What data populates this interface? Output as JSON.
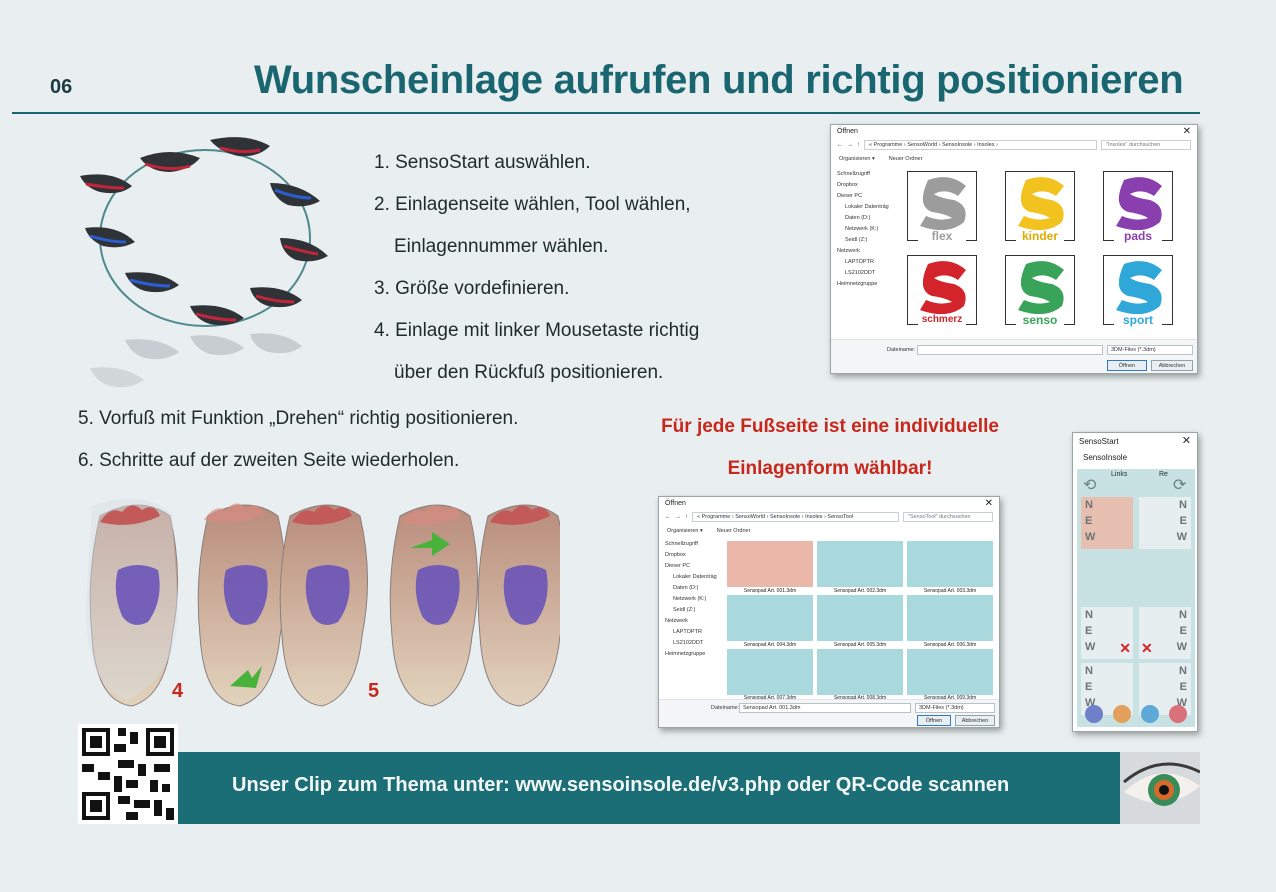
{
  "header": {
    "page_number": "06",
    "title": "Wunscheinlage aufrufen und richtig positionieren"
  },
  "steps_right": [
    "1. SensoStart auswählen.",
    "2. Einlagenseite wählen, Tool wählen,",
    "Einlagennummer wählen.",
    "3. Größe vordefinieren.",
    "4. Einlage mit linker Mousetaste richtig",
    "über den Rückfuß positionieren."
  ],
  "steps_left": [
    "5. Vorfuß mit Funktion „Drehen“ richtig positionieren.",
    "6. Schritte auf der zweiten Seite wiederholen."
  ],
  "note": {
    "line1": "Für jede Fußseite ist eine individuelle",
    "line2": "Einlagenform wählbar!"
  },
  "figure_labels": {
    "step4": "4",
    "step5": "5"
  },
  "dialog1": {
    "title": "Öffnen",
    "close": "✕",
    "path": "« Programme › SensoWorld › SensoInsole › Insoles ›",
    "search": "\"Insoles\" durchsuchen",
    "organize": "Organisieren ▾",
    "new_folder": "Neuer Ordner",
    "nav": [
      "Schnellzugriff",
      "Dropbox",
      "Dieser PC",
      "Lokaler Datenträg",
      "Daten (D:)",
      "Netzwerk (K:)",
      "Seidl (Z:)",
      "Netzwerk",
      "LAPTOPTR",
      "LS2102DDT",
      "Heimnetzgruppe"
    ],
    "tiles": [
      {
        "label": "flex",
        "color": "#9c9c9c"
      },
      {
        "label": "kinder",
        "color": "#f2c21e"
      },
      {
        "label": "pads",
        "color": "#8a3fae"
      },
      {
        "label": "schmerz",
        "color": "#d3232b"
      },
      {
        "label": "senso",
        "color": "#3aa35a"
      },
      {
        "label": "sport",
        "color": "#2fa7d8"
      }
    ],
    "filename_label": "Dateiname:",
    "filetype": "3DM-Files (*.3dm)",
    "open_btn": "Öffnen",
    "cancel_btn": "Abbrechen"
  },
  "dialog2": {
    "title": "Öffnen",
    "close": "✕",
    "path": "« Programme › SensoWorld › SensoInsole › Insoles › SensoTool",
    "search": "\"SensoTool\" durchsuchen",
    "organize": "Organisieren ▾",
    "new_folder": "Neuer Ordner",
    "nav": [
      "Schnellzugriff",
      "Dropbox",
      "Dieser PC",
      "Lokaler Datenträg",
      "Daten (D:)",
      "Netzwerk (K:)",
      "Seidl (Z:)",
      "Netzwerk",
      "LAPTOPTR",
      "LS2102DDT",
      "Heimnetzgruppe"
    ],
    "files": [
      "Sensopad Art. 001.3dm",
      "Sensopad Art. 002.3dm",
      "Sensopad Art. 003.3dm",
      "Sensopad Art. 004.3dm",
      "Sensopad Art. 005.3dm",
      "Sensopad Art. 006.3dm",
      "Sensopad Art. 007.3dm",
      "Sensopad Art. 008.3dm",
      "Sensopad Art. 009.3dm"
    ],
    "filename_label": "Dateiname:",
    "filename_value": "Sensopad Art. 001.3dm",
    "filetype": "3DM-Files (*.3dm)",
    "open_btn": "Öffnen",
    "cancel_btn": "Abbrechen"
  },
  "sensostart": {
    "title": "SensoStart",
    "close": "✕",
    "subtitle": "SensoInsole",
    "links": "Links",
    "rechts": "Re",
    "new_letters": [
      "N",
      "E",
      "W"
    ]
  },
  "footer": {
    "text": "Unser Clip zum Thema unter: www.sensoinsole.de/v3.php oder QR-Code scannen"
  },
  "colors": {
    "teal": "#1a6670",
    "band": "#1b6e76",
    "red_note": "#c8271c"
  }
}
